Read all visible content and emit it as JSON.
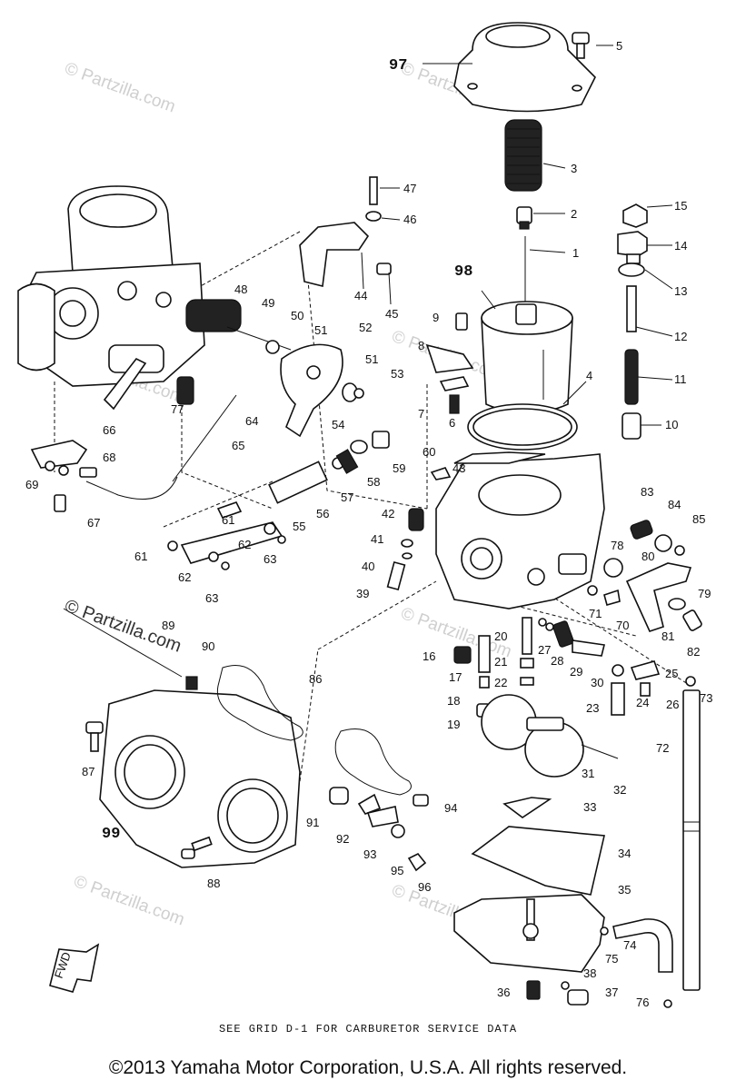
{
  "watermark": "© Partzilla.com",
  "watermark_dark": "© Partzilla.com",
  "callouts": {
    "p1": "1",
    "p2": "2",
    "p3": "3",
    "p4": "4",
    "p5": "5",
    "p6": "6",
    "p7": "7",
    "p8": "8",
    "p9": "9",
    "p10": "10",
    "p11": "11",
    "p12": "12",
    "p13": "13",
    "p14": "14",
    "p15": "15",
    "p16": "16",
    "p17": "17",
    "p18": "18",
    "p19": "19",
    "p20": "20",
    "p21": "21",
    "p22": "22",
    "p23": "23",
    "p24": "24",
    "p25": "25",
    "p26": "26",
    "p27": "27",
    "p28": "28",
    "p29": "29",
    "p30": "30",
    "p31": "31",
    "p32": "32",
    "p33": "33",
    "p34": "34",
    "p35": "35",
    "p36": "36",
    "p37": "37",
    "p38": "38",
    "p39": "39",
    "p40": "40",
    "p41": "41",
    "p42": "42",
    "p43": "43",
    "p44": "44",
    "p45": "45",
    "p46": "46",
    "p47": "47",
    "p48": "48",
    "p49": "49",
    "p50": "50",
    "p51a": "51",
    "p51b": "51",
    "p52": "52",
    "p53": "53",
    "p54": "54",
    "p55": "55",
    "p56": "56",
    "p57": "57",
    "p58": "58",
    "p59": "59",
    "p60": "60",
    "p61a": "61",
    "p61b": "61",
    "p62a": "62",
    "p62b": "62",
    "p63a": "63",
    "p63b": "63",
    "p64": "64",
    "p65": "65",
    "p66": "66",
    "p67": "67",
    "p68": "68",
    "p69": "69",
    "p70": "70",
    "p71": "71",
    "p72": "72",
    "p73": "73",
    "p74": "74",
    "p75": "75",
    "p76": "76",
    "p77": "77",
    "p78": "78",
    "p79": "79",
    "p80": "80",
    "p81": "81",
    "p82": "82",
    "p83": "83",
    "p84": "84",
    "p85": "85",
    "p86": "86",
    "p87": "87",
    "p88": "88",
    "p89": "89",
    "p90": "90",
    "p91": "91",
    "p92": "92",
    "p93": "93",
    "p94": "94",
    "p95": "95",
    "p96": "96",
    "p97": "97",
    "p98": "98",
    "p99": "99"
  },
  "fwd_label": "FWD",
  "service_note": "SEE GRID D-1 FOR CARBURETOR SERVICE DATA",
  "copyright": "©2013 Yamaha Motor Corporation, U.S.A. All rights reserved."
}
